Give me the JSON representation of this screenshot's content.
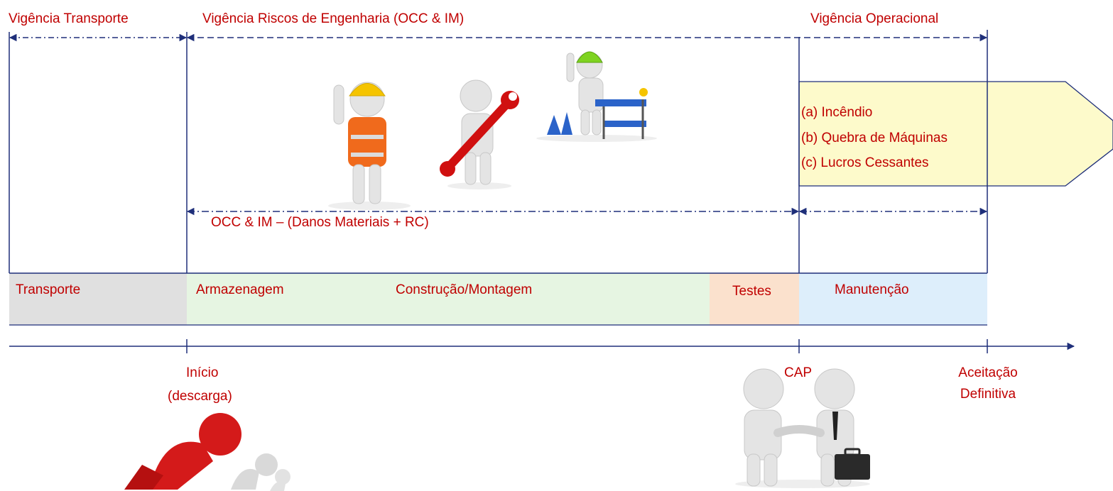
{
  "periods": {
    "transport": "Vigência Transporte",
    "engineering": "Vigência Riscos de Engenharia (OCC & IM)",
    "operational": "Vigência Operacional"
  },
  "coverage_note": "OCC & IM – (Danos Materiais + RC)",
  "operational_risks": [
    "(a) Incêndio",
    "(b) Quebra de Máquinas",
    "(c) Lucros Cessantes"
  ],
  "phases": {
    "transporte": "Transporte",
    "armazenagem": "Armazenagem",
    "construcao": "Construção/Montagem",
    "testes": "Testes",
    "manutencao": "Manutenção"
  },
  "milestones": {
    "inicio": [
      "Início",
      "(descarga)"
    ],
    "cap": "CAP",
    "aceitacao": [
      "Aceitação",
      "Definitiva"
    ]
  },
  "colors": {
    "text_red": "#c00000",
    "line_blue": "#1f2f7a",
    "transport_fill": "#e0e0e0",
    "construction_fill": "#e6f5e2",
    "tests_fill": "#fbe1cd",
    "maintenance_fill": "#ddeefb",
    "operational_box_fill": "#fdfacb"
  }
}
